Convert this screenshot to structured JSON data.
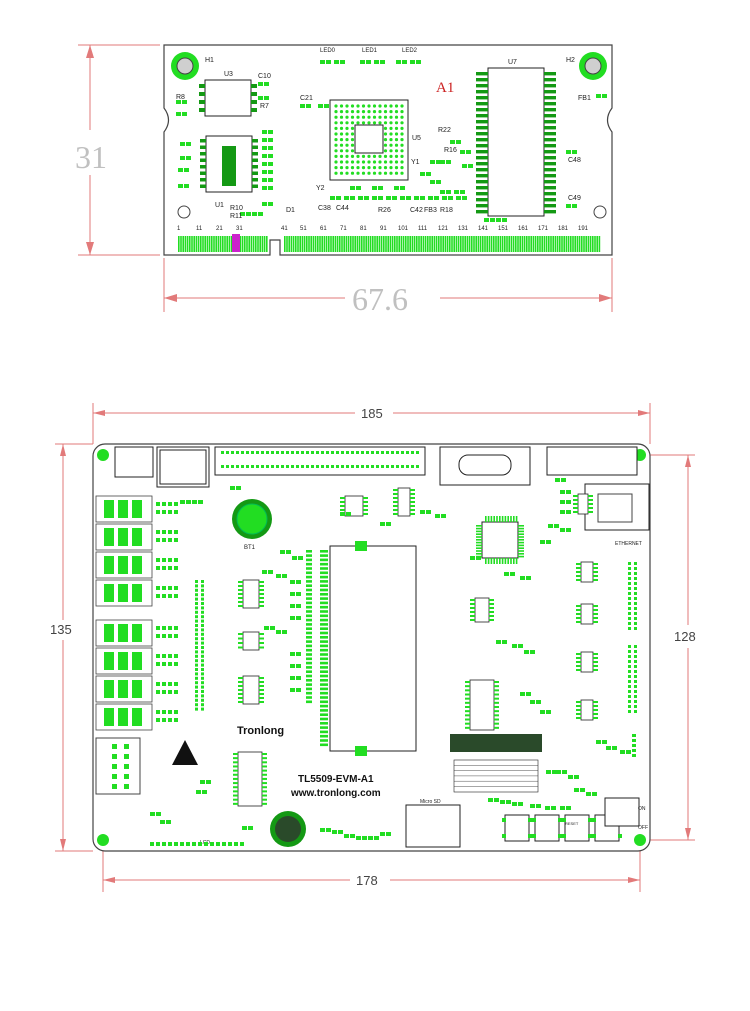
{
  "som": {
    "dim_height": "31",
    "dim_width": "67.6",
    "title": "A1",
    "refs": [
      "H1",
      "H2",
      "U3",
      "U1",
      "U5",
      "U7",
      "Y1",
      "Y2",
      "D1",
      "FB1",
      "C10",
      "C21",
      "C48",
      "C49",
      "R8",
      "R7",
      "R22",
      "R16",
      "R10",
      "R11",
      "R26",
      "R18",
      "LED0",
      "LED1",
      "LED2",
      "C38",
      "C44",
      "C42",
      "FB3"
    ],
    "pin_labels": [
      "1",
      "11",
      "21",
      "31",
      "41",
      "51",
      "61",
      "71",
      "81",
      "91",
      "101",
      "111",
      "121",
      "131",
      "141",
      "151",
      "161",
      "171",
      "181",
      "191"
    ]
  },
  "evm": {
    "dim_top": "185",
    "dim_left": "135",
    "dim_right": "128",
    "dim_bottom": "178",
    "brand": "Tronlong",
    "model": "TL5509-EVM-A1",
    "url": "www.tronlong.com",
    "labels": [
      "ETHERNET",
      "BT1",
      "LCD",
      "Micro SD",
      "RESET",
      "OFF",
      "ON"
    ]
  },
  "colors": {
    "pad": "#22dd22",
    "pad_dark": "#149914",
    "outline": "#444444",
    "dim_text": "#c0c0c0",
    "dim_line": "#e27a7a",
    "title_red": "#cc2222",
    "magenta": "#cc22cc"
  }
}
